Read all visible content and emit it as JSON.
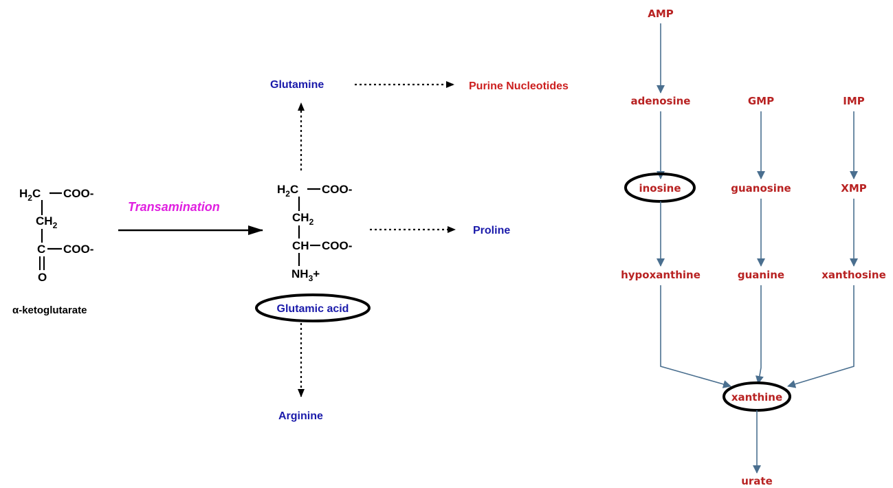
{
  "left": {
    "reactant": {
      "line1_a": "H",
      "line1_b": "2",
      "line1_c": "C",
      "line1_tail": "COO-",
      "line2_a": "CH",
      "line2_b": "2",
      "line3_a": "C",
      "line3_tail": "COO-",
      "line4": "O",
      "name": "α-ketoglutarate"
    },
    "reaction_label": "Transamination",
    "product": {
      "line1_a": "H",
      "line1_b": "2",
      "line1_c": "C",
      "line1_tail": "COO-",
      "line2_a": "CH",
      "line2_b": "2",
      "line3": "CH",
      "line3_tail": "COO-",
      "line4_a": "NH",
      "line4_b": "3",
      "line4_c": "+",
      "name": "Glutamic acid"
    },
    "targets": {
      "glutamine": "Glutamine",
      "purine": "Purine Nucleotides",
      "proline": "Proline",
      "arginine": "Arginine"
    }
  },
  "pathway": {
    "amp": "AMP",
    "adenosine": "adenosine",
    "gmp": "GMP",
    "imp": "IMP",
    "inosine": "inosine",
    "guanosine": "guanosine",
    "xmp": "XMP",
    "hypoxanthine": "hypoxanthine",
    "guanine": "guanine",
    "xanthosine": "xanthosine",
    "xanthine": "xanthine",
    "urate": "urate"
  },
  "colors": {
    "metabolite_blue": "#1a1aaa",
    "purine_red": "#cc1f1f",
    "pathway_red": "#b82222",
    "reaction_magenta": "#e020e0",
    "pathway_arrow": "#4a6f8f",
    "highlight_ellipse": "#000000"
  }
}
